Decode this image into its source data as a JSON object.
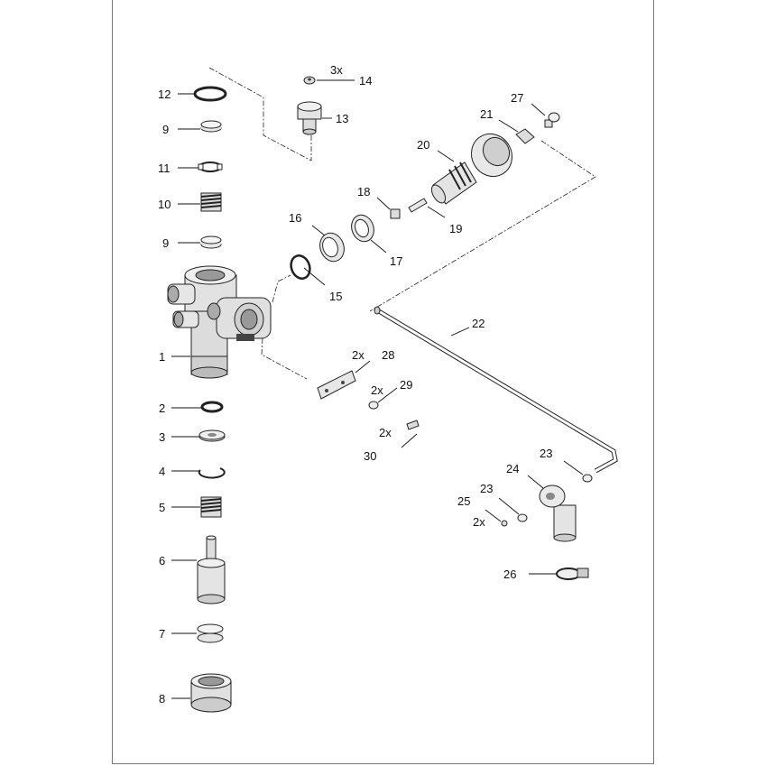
{
  "diagram": {
    "labels": {
      "p1": "1",
      "p2": "2",
      "p3": "3",
      "p4": "4",
      "p5": "5",
      "p6": "6",
      "p7": "7",
      "p8": "8",
      "p9a": "9",
      "p9b": "9",
      "p10": "10",
      "p11": "11",
      "p12": "12",
      "p13": "13",
      "p14": "14",
      "p15": "15",
      "p16": "16",
      "p17": "17",
      "p18": "18",
      "p19": "19",
      "p20": "20",
      "p21": "21",
      "p22": "22",
      "p23a": "23",
      "p23b": "23",
      "p24": "24",
      "p25": "25",
      "p26": "26",
      "p27": "27",
      "p28": "28",
      "p29": "29",
      "p30": "30"
    },
    "quantities": {
      "q14": "3x",
      "q28": "2x",
      "q29": "2x",
      "q30": "2x",
      "q25": "2x"
    }
  }
}
